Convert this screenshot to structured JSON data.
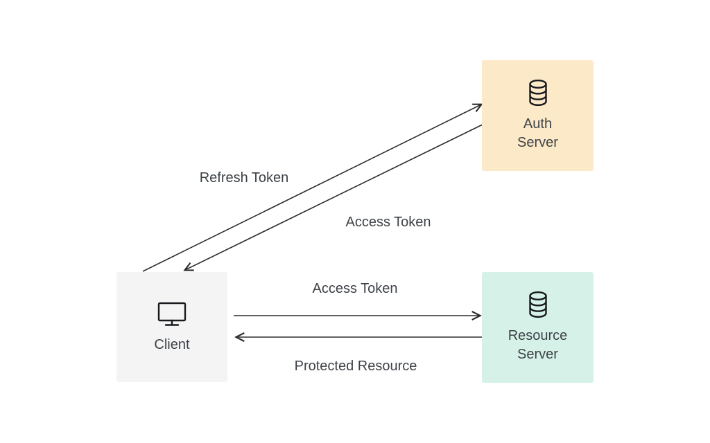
{
  "canvas": {
    "background": "#ffffff"
  },
  "nodes": {
    "auth_server": {
      "label": "Auth Server",
      "color": "#fbe9c8",
      "icon": "database-icon"
    },
    "client": {
      "label": "Client",
      "color": "#f4f4f4",
      "icon": "monitor-icon"
    },
    "resource_server": {
      "label": "Resource Server",
      "color": "#d6f2e8",
      "icon": "database-icon"
    }
  },
  "edges": [
    {
      "label": "Refresh Token",
      "from": "client",
      "to": "auth_server"
    },
    {
      "label": "Access Token",
      "from": "auth_server",
      "to": "client"
    },
    {
      "label": "Access Token",
      "from": "client",
      "to": "resource_server"
    },
    {
      "label": "Protected Resource",
      "from": "resource_server",
      "to": "client"
    }
  ],
  "colors": {
    "arrow": "#2d2d2d",
    "text": "#3d4247",
    "icon": "#17191c"
  }
}
